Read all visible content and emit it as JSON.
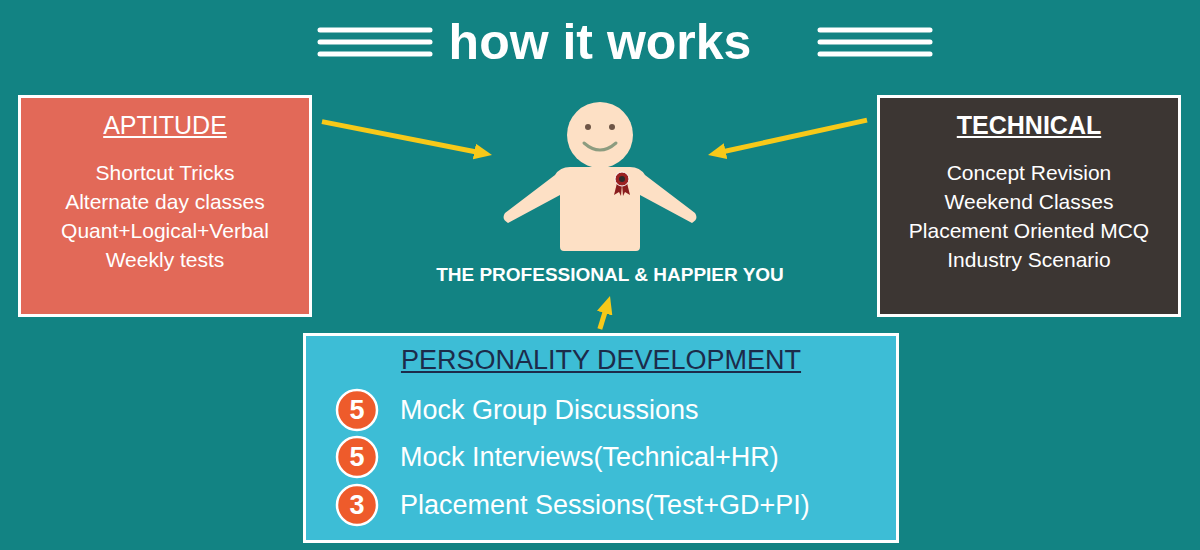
{
  "diagram": {
    "title": "how it works",
    "nodes": [
      {
        "text": [
          "APTITUDE",
          "Shortcut Tricks",
          "Alternate day classes",
          "Quant+Logical+Verbal",
          "Weekly tests"
        ]
      },
      {
        "text": [
          "THE PROFESSIONAL & HAPPIER YOU"
        ]
      },
      {
        "text": [
          "TECHNICAL",
          "Concept Revision",
          "Weekend Classes",
          "Placement Oriented MCQ",
          "Industry Scenario"
        ]
      },
      {
        "text": [
          "PERSONALITY DEVELOPMENT",
          "Mock Group Discussions",
          "Mock Interviews(Technical+HR)",
          "Placement Sessions(Test+GD+PI)"
        ]
      },
      {
        "text": [
          "5"
        ],
        "in": 3
      },
      {
        "text": [
          "5"
        ],
        "in": 3
      },
      {
        "text": [
          "3"
        ],
        "in": 3
      }
    ],
    "edges": [
      {
        "from": 0,
        "to": 1,
        "arrow": "to"
      },
      {
        "from": 2,
        "to": 1,
        "arrow": "to"
      },
      {
        "from": 3,
        "to": 1,
        "arrow": "to"
      }
    ]
  }
}
